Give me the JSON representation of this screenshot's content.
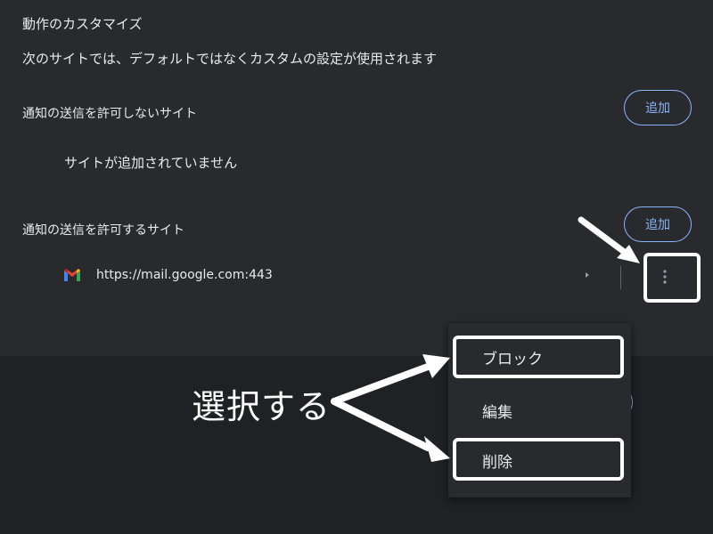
{
  "settings": {
    "section_title": "動作のカスタマイズ",
    "section_description": "次のサイトでは、デフォルトではなくカスタムの設定が使用されます",
    "block_heading": "通知の送信を許可しないサイト",
    "block_add_label": "追加",
    "block_empty_text": "サイトが追加されていません",
    "allow_heading": "通知の送信を許可するサイト",
    "allow_add_label": "追加",
    "allowed_sites": [
      {
        "url": "https://mail.google.com:443",
        "icon": "gmail-icon"
      }
    ]
  },
  "context_menu": {
    "items": [
      {
        "label": "ブロック"
      },
      {
        "label": "編集"
      },
      {
        "label": "削除"
      }
    ]
  },
  "annotation": {
    "text": "選択する",
    "color": "#ffffff"
  },
  "colors": {
    "accent": "#8ab4f8",
    "panel_bg": "#292a2d",
    "page_bg": "#202124",
    "text": "#e8eaed"
  }
}
